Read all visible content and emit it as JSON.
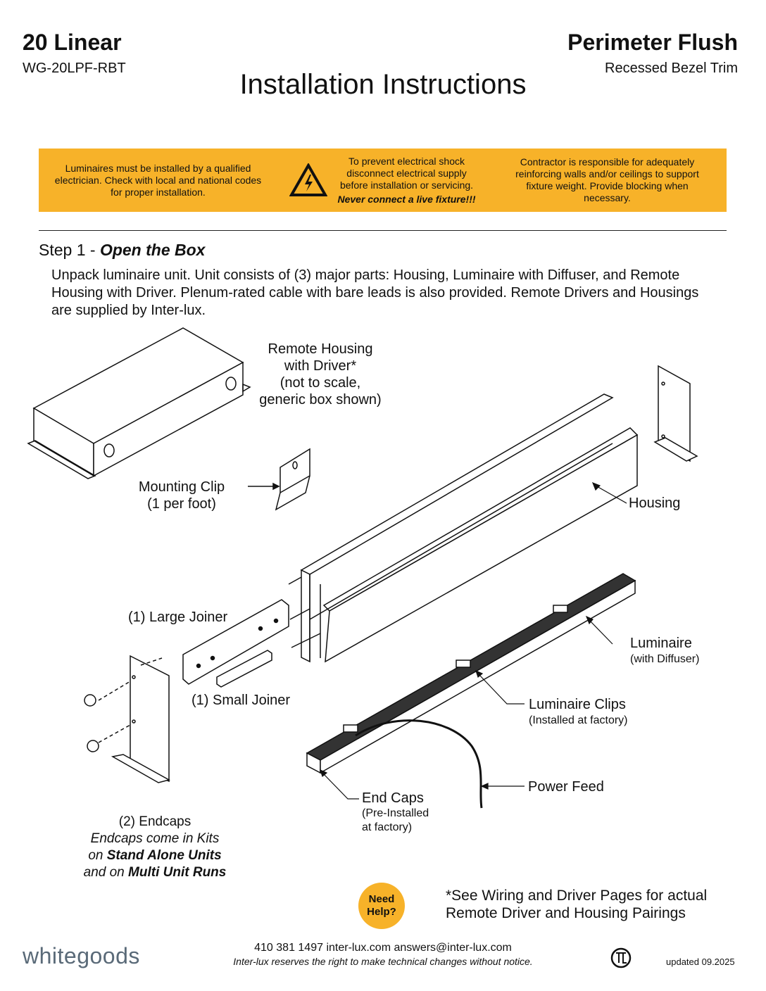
{
  "header": {
    "product": "20 Linear",
    "sku": "WG-20LPF-RBT",
    "product_type": "Perimeter Flush",
    "trim": "Recessed Bezel Trim",
    "title": "Installation Instructions"
  },
  "warning_banner": {
    "left": "Luminaires must be installed by a qualified electrician.  Check with local and national codes for proper installation.",
    "center_lines": [
      "To prevent electrical shock",
      "disconnect electrical supply",
      "before installation or servicing."
    ],
    "center_emphasis": "Never connect a live fixture!!!",
    "right": "Contractor is responsible for adequately reinforcing walls and/or ceilings to support  fixture weight. Provide blocking when necessary.",
    "color": "#f7b229"
  },
  "step": {
    "prefix": "Step 1 - ",
    "name": "Open the Box",
    "description": "Unpack luminaire unit.  Unit consists of (3) major parts: Housing, Luminaire with Diffuser, and Remote Housing with Driver.  Plenum-rated cable with bare leads is also provided. Remote Drivers and Housings are supplied by Inter-lux."
  },
  "labels": {
    "remote_housing": [
      "Remote Housing",
      "with Driver*",
      "(not to scale,",
      "generic box shown)"
    ],
    "mounting_clip": [
      "Mounting Clip",
      "(1 per foot)"
    ],
    "housing": "Housing",
    "large_joiner": "(1) Large Joiner",
    "small_joiner": "(1) Small Joiner",
    "luminaire": "Luminaire",
    "luminaire_sub": "(with Diffuser)",
    "luminaire_clips": "Luminaire Clips",
    "luminaire_clips_sub": "(Installed at factory)",
    "power_feed": "Power Feed",
    "end_caps": "End Caps",
    "end_caps_sub": [
      "(Pre-Installed",
      "at factory)"
    ],
    "endcaps": "(2) Endcaps",
    "endcaps_note_1": "Endcaps come in Kits",
    "endcaps_note_2a": "on ",
    "endcaps_note_2b": "Stand Alone Units",
    "endcaps_note_3a": "and on ",
    "endcaps_note_3b": "Multi Unit Runs"
  },
  "help": {
    "line1": "Need",
    "line2": "Help?"
  },
  "note": [
    "*See Wiring and Driver Pages for actual",
    "Remote Driver and Housing Pairings"
  ],
  "footer": {
    "logo": "whitegoods",
    "contact": "410 381 1497   inter-lux.com   answers@inter-lux.com",
    "disclaimer": "Inter-lux reserves the right to make technical changes without notice.",
    "updated": "updated  09.2025"
  }
}
